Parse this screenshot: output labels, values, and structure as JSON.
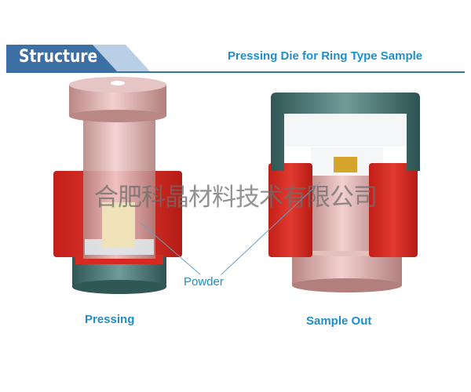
{
  "header": {
    "section_label": "Structure",
    "title": "Pressing Die for Ring Type Sample"
  },
  "watermark": "合肥科晶材料技术有限公司",
  "labels": {
    "powder": "Powder",
    "pressing": "Pressing",
    "sample_out": "Sample Out"
  },
  "colors": {
    "header_dark": "#3c6fa3",
    "header_light": "#b9cfe6",
    "accent_text": "#1f8ec9",
    "die_red": "#d42a22",
    "punch_pink": "#dcaeae",
    "base_teal": "#3f6b6a",
    "powder": "#efe2b8",
    "sample_gold": "#d4a52a"
  }
}
